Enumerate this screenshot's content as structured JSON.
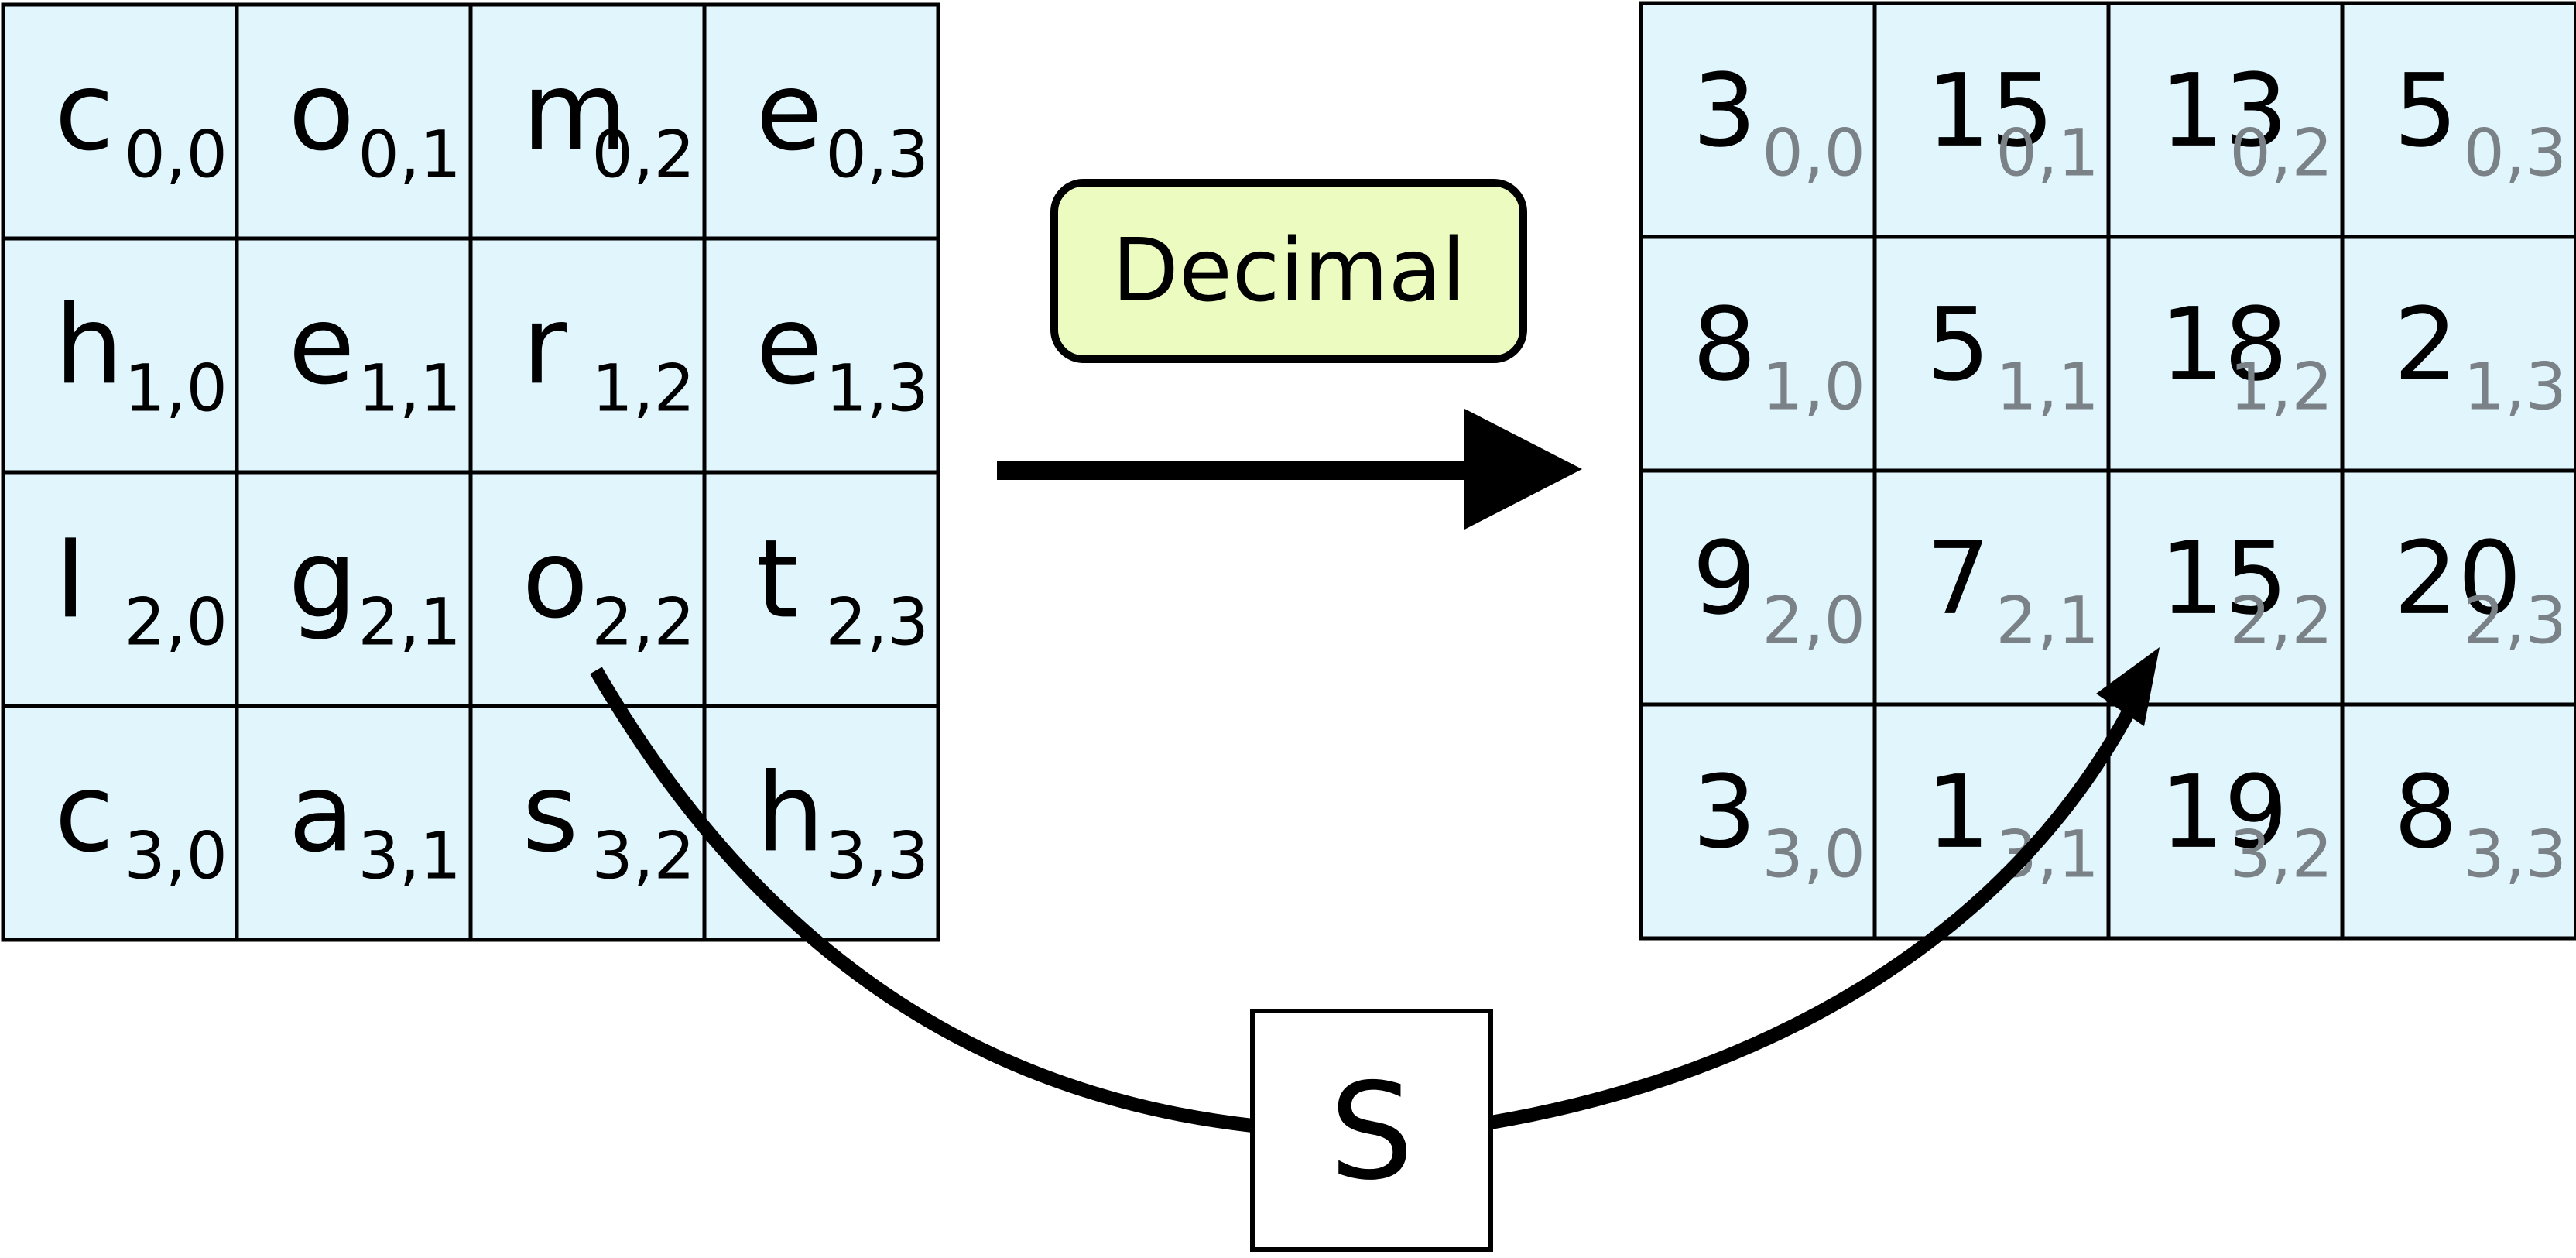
{
  "left_matrix": {
    "cells": [
      [
        {
          "main": "c",
          "sub": "0,0"
        },
        {
          "main": "o",
          "sub": "0,1"
        },
        {
          "main": "m",
          "sub": "0,2"
        },
        {
          "main": "e",
          "sub": "0,3"
        }
      ],
      [
        {
          "main": "h",
          "sub": "1,0"
        },
        {
          "main": "e",
          "sub": "1,1"
        },
        {
          "main": "r",
          "sub": "1,2"
        },
        {
          "main": "e",
          "sub": "1,3"
        }
      ],
      [
        {
          "main": "I",
          "sub": "2,0"
        },
        {
          "main": "g",
          "sub": "2,1"
        },
        {
          "main": "o",
          "sub": "2,2"
        },
        {
          "main": "t",
          "sub": "2,3"
        }
      ],
      [
        {
          "main": "c",
          "sub": "3,0"
        },
        {
          "main": "a",
          "sub": "3,1"
        },
        {
          "main": "s",
          "sub": "3,2"
        },
        {
          "main": "h",
          "sub": "3,3"
        }
      ]
    ]
  },
  "right_matrix": {
    "cells": [
      [
        {
          "main": "3",
          "sub": "0,0"
        },
        {
          "main": "15",
          "sub": "0,1"
        },
        {
          "main": "13",
          "sub": "0,2"
        },
        {
          "main": "5",
          "sub": "0,3"
        }
      ],
      [
        {
          "main": "8",
          "sub": "1,0"
        },
        {
          "main": "5",
          "sub": "1,1"
        },
        {
          "main": "18",
          "sub": "1,2"
        },
        {
          "main": "2",
          "sub": "1,3"
        }
      ],
      [
        {
          "main": "9",
          "sub": "2,0"
        },
        {
          "main": "7",
          "sub": "2,1"
        },
        {
          "main": "15",
          "sub": "2,2"
        },
        {
          "main": "20",
          "sub": "2,3"
        }
      ],
      [
        {
          "main": "3",
          "sub": "3,0"
        },
        {
          "main": "1",
          "sub": "3,1"
        },
        {
          "main": "19",
          "sub": "3,2"
        },
        {
          "main": "8",
          "sub": "3,3"
        }
      ]
    ]
  },
  "decimal_label": "Decimal",
  "s_box_label": "S",
  "colors": {
    "cell_fill": "#e0f5fc",
    "decimal_fill": "#ecfcc0",
    "sub_gray": "#7a8288",
    "stroke": "#000000"
  }
}
